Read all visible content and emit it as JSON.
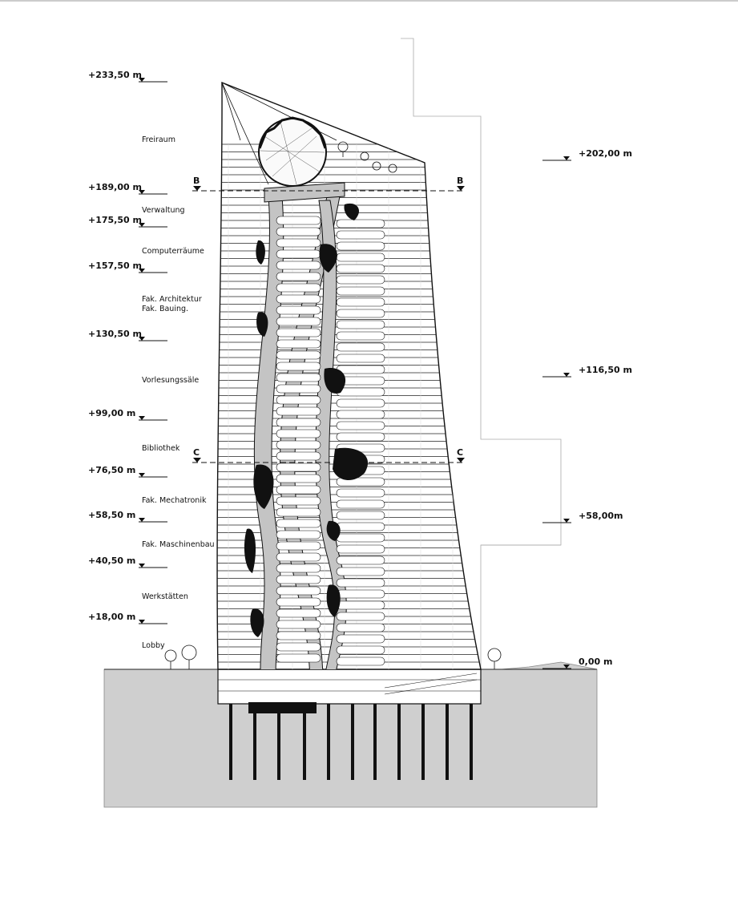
{
  "left_levels": [
    "+233,50 m",
    "+189,00 m",
    "+175,50 m",
    "+157,50 m",
    "+130,50 m",
    "+99,00 m",
    "+76,50 m",
    "+58,50 m",
    "+40,50 m",
    "+18,00 m"
  ],
  "right_levels": [
    "+202,00 m",
    "+116,50 m",
    "+58,00m",
    "0,00 m"
  ],
  "functions": [
    {
      "lines": [
        "Freiraum"
      ]
    },
    {
      "lines": [
        "Verwaltung"
      ]
    },
    {
      "lines": [
        "Computerräume"
      ]
    },
    {
      "lines": [
        "Fak. Architektur",
        "Fak. Bauing."
      ]
    },
    {
      "lines": [
        "Vorlesungssäle"
      ]
    },
    {
      "lines": [
        "Bibliothek"
      ]
    },
    {
      "lines": [
        "Fak. Mechatronik"
      ]
    },
    {
      "lines": [
        "Fak. Maschinenbau"
      ]
    },
    {
      "lines": [
        "Werkstätten"
      ]
    },
    {
      "lines": [
        "Lobby"
      ]
    }
  ],
  "section_marks": [
    "B",
    "C"
  ],
  "colors": {
    "ground": "#cfcfcf",
    "core": "#c4c4c4",
    "ink": "#111111"
  }
}
